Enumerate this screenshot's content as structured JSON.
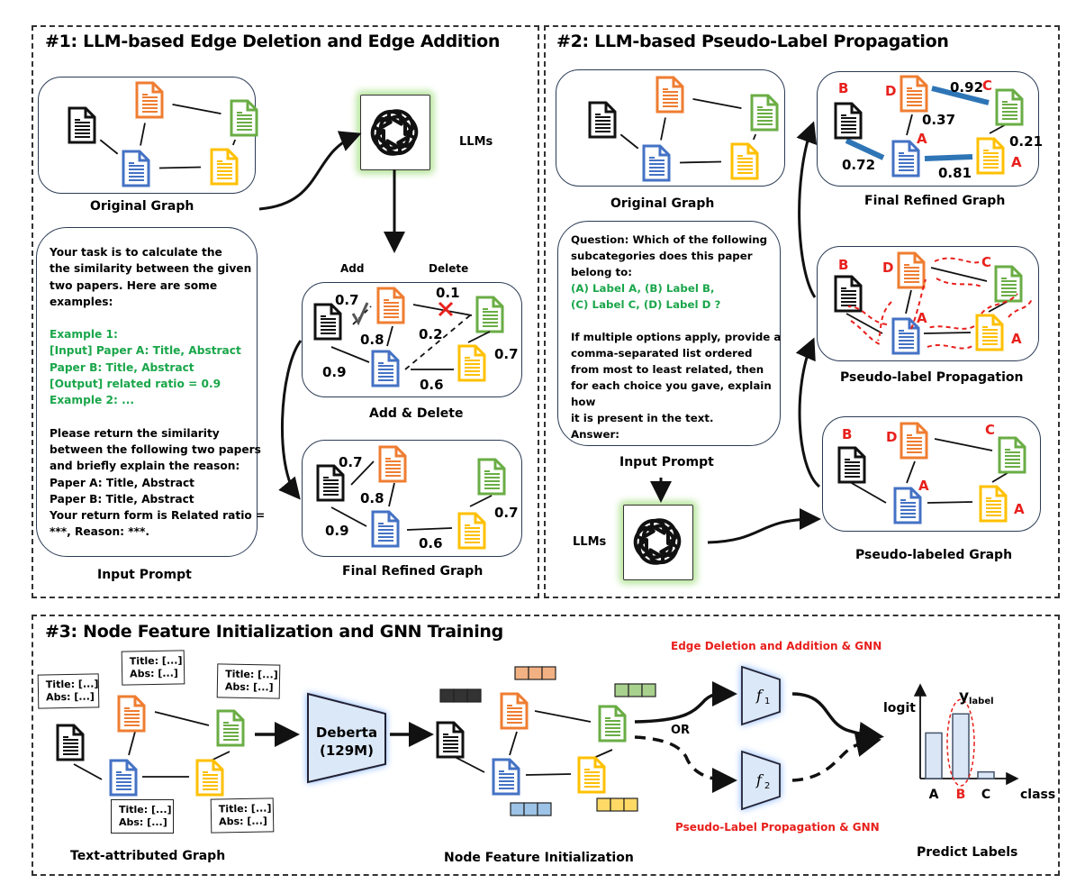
{
  "panel1": {
    "title": "#1: LLM-based Edge Deletion and Edge Addition",
    "original_graph_caption": "Original Graph",
    "llm_label": "LLMs",
    "llm_icon": "openai-logo-icon",
    "add_label": "Add",
    "delete_label": "Delete",
    "add_delete_caption": "Add & Delete",
    "final_caption": "Final Refined Graph",
    "input_prompt_caption": "Input Prompt",
    "prompt_lines": [
      {
        "text": "Your task is to calculate the",
        "color": "black"
      },
      {
        "text": "the similarity between the given",
        "color": "black"
      },
      {
        "text": "two papers. Here are some",
        "color": "black"
      },
      {
        "text": "examples:",
        "color": "black"
      },
      {
        "text": "",
        "color": "black"
      },
      {
        "text": "Example 1:",
        "color": "green"
      },
      {
        "text": "[Input] Paper A: Title, Abstract",
        "color": "green"
      },
      {
        "text": "Paper B: Title, Abstract",
        "color": "green"
      },
      {
        "text": "[Output] related ratio = 0.9",
        "color": "green"
      },
      {
        "text": "Example 2: ...",
        "color": "green"
      },
      {
        "text": "",
        "color": "black"
      },
      {
        "text": "Please return the similarity",
        "color": "black"
      },
      {
        "text": "between the following two papers",
        "color": "black"
      },
      {
        "text": "and briefly explain the reason:",
        "color": "black"
      },
      {
        "text": "Paper A: Title, Abstract",
        "color": "black"
      },
      {
        "text": "Paper B: Title, Abstract",
        "color": "black"
      },
      {
        "text": "Your return form is Related ratio =",
        "color": "black"
      },
      {
        "text": "***, Reason: ***.",
        "color": "black"
      }
    ],
    "add_delete_weights": {
      "black_orange": "0.7",
      "orange_green": "0.1",
      "orange_blue": "0.8",
      "blue_green_dashed": "0.2",
      "black_blue": "0.9",
      "green_yellow": "0.7",
      "blue_yellow": "0.6"
    },
    "final_weights": {
      "black_orange": "0.7",
      "orange_blue": "0.8",
      "black_blue": "0.9",
      "green_yellow": "0.7",
      "blue_yellow": "0.6"
    }
  },
  "panel2": {
    "title": "#2: LLM-based Pseudo-Label Propagation",
    "original_graph_caption": "Original Graph",
    "final_caption": "Final Refined Graph",
    "propagation_caption": "Pseudo-label Propagation",
    "pseudo_labeled_caption": "Pseudo-labeled Graph",
    "input_prompt_caption": "Input Prompt",
    "llm_label": "LLMs",
    "prompt_lines": [
      {
        "text": "Question: Which of the following",
        "color": "black"
      },
      {
        "text": "subcategories does this paper",
        "color": "black"
      },
      {
        "text": "belong to:",
        "color": "black"
      },
      {
        "text": "(A) Label A, (B) Label B,",
        "color": "green"
      },
      {
        "text": "(C) Label C, (D) Label D ?",
        "color": "green"
      },
      {
        "text": "",
        "color": "black"
      },
      {
        "text": "If multiple options apply, provide a",
        "color": "black"
      },
      {
        "text": "comma-separated list ordered",
        "color": "black"
      },
      {
        "text": "from most to least related, then",
        "color": "black"
      },
      {
        "text": "for each choice you gave, explain",
        "color": "black"
      },
      {
        "text": "how",
        "color": "black"
      },
      {
        "text": "it is present in the text.",
        "color": "black"
      },
      {
        "text": "Answer:",
        "color": "black"
      }
    ],
    "node_labels": {
      "black": "B",
      "orange": "D",
      "green": "C",
      "blue": "A",
      "yellow": "A"
    },
    "final_weights": {
      "orange_green": "0.92",
      "orange_blue": "0.37",
      "green_yellow": "0.21",
      "black_blue": "0.72",
      "blue_yellow": "0.81"
    }
  },
  "panel3": {
    "title": "#3: Node Feature Initialization and GNN Training",
    "note_title": "Title: [...]",
    "note_abs": "Abs: [...]",
    "tag_caption": "Text-attributed Graph",
    "encoder_name": "Deberta",
    "encoder_size": "(129M)",
    "init_caption": "Node Feature Initialization",
    "or_label": "OR",
    "f1_label": "f",
    "f1_sub": "1",
    "f2_label": "f",
    "f2_sub": "2",
    "top_branch": "Edge Deletion and Addition & GNN",
    "bottom_branch": "Pseudo-Label Propagation & GNN",
    "predict_caption": "Predict Labels"
  },
  "colors": {
    "black_node": "#111111",
    "orange_node": "#ef7d31",
    "green_node": "#6aad45",
    "blue_node": "#4472c4",
    "yellow_node": "#ffc000",
    "edge_highlight": "#2e75b6",
    "red_label": "#e8201c",
    "prompt_green": "#1aa64a",
    "llm_glow": "#b6e59a",
    "encoder_fill": "#dbe8f8"
  },
  "chart_data": {
    "type": "bar",
    "title": "y_label",
    "categories": [
      "A",
      "B",
      "C"
    ],
    "values": [
      0.55,
      0.78,
      0.08
    ],
    "highlight": "B",
    "xlabel": "class",
    "ylabel": "logit",
    "ylim": [
      0,
      1
    ]
  }
}
